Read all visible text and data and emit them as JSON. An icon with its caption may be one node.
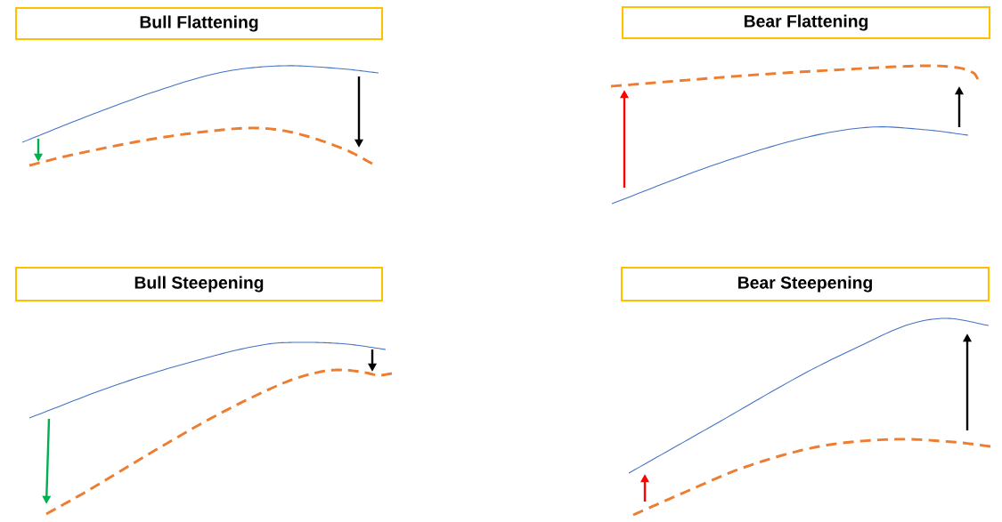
{
  "diagram": {
    "nodes": [
      {
        "text": [
          "Bull Flattening"
        ]
      },
      {
        "text": [
          "Bear Flattening"
        ]
      },
      {
        "text": [
          "Bull Steepening"
        ]
      },
      {
        "text": [
          "Bear Steepening"
        ]
      }
    ]
  }
}
